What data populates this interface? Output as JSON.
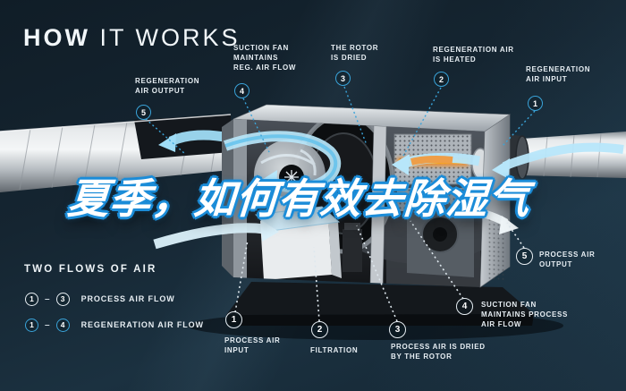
{
  "title": {
    "word_bold": "HOW",
    "word_rest": " IT WORKS"
  },
  "headline": {
    "text": "夏季，如何有效去除湿气"
  },
  "colors": {
    "background": "#152734",
    "accent_blue": "#3aa4da",
    "process_white": "#e7eef3",
    "heater_orange": "#e8923a",
    "headline_fill": "#ffffff",
    "headline_outline": "#1b8cd8"
  },
  "callouts": [
    {
      "id": "regeneration-air-output",
      "num": "5",
      "flow": "regeneration",
      "lines": [
        "REGENERATION",
        "AIR OUTPUT"
      ]
    },
    {
      "id": "suction-fan-reg",
      "num": "4",
      "flow": "regeneration",
      "lines": [
        "SUCTION FAN",
        "MAINTAINS",
        "REG. AIR FLOW"
      ]
    },
    {
      "id": "rotor-is-dried",
      "num": "3",
      "flow": "regeneration",
      "lines": [
        "THE ROTOR",
        "IS DRIED"
      ]
    },
    {
      "id": "regeneration-air-heated",
      "num": "2",
      "flow": "regeneration",
      "lines": [
        "REGENERATION AIR",
        "IS HEATED"
      ]
    },
    {
      "id": "regeneration-air-input",
      "num": "1",
      "flow": "regeneration",
      "lines": [
        "REGENERATION",
        "AIR INPUT"
      ]
    },
    {
      "id": "process-air-input",
      "num": "1",
      "flow": "process",
      "lines": [
        "PROCESS AIR",
        "INPUT"
      ]
    },
    {
      "id": "filtration",
      "num": "2",
      "flow": "process",
      "lines": [
        "FILTRATION"
      ]
    },
    {
      "id": "process-air-dried",
      "num": "3",
      "flow": "process",
      "lines": [
        "PROCESS AIR IS DRIED",
        "BY THE ROTOR"
      ]
    },
    {
      "id": "suction-fan-process",
      "num": "4",
      "flow": "process",
      "lines": [
        "SUCTION FAN",
        "MAINTAINS PROCESS",
        "AIR FLOW"
      ]
    },
    {
      "id": "process-air-output",
      "num": "5",
      "flow": "process",
      "lines": [
        "PROCESS AIR",
        "OUTPUT"
      ]
    }
  ],
  "legend": {
    "title": "TWO FLOWS OF AIR",
    "separator": "–",
    "rows": [
      {
        "from": "1",
        "to": "3",
        "label": "PROCESS AIR FLOW",
        "flow": "process"
      },
      {
        "from": "1",
        "to": "4",
        "label": "REGENERATION AIR FLOW",
        "flow": "regeneration"
      }
    ]
  }
}
